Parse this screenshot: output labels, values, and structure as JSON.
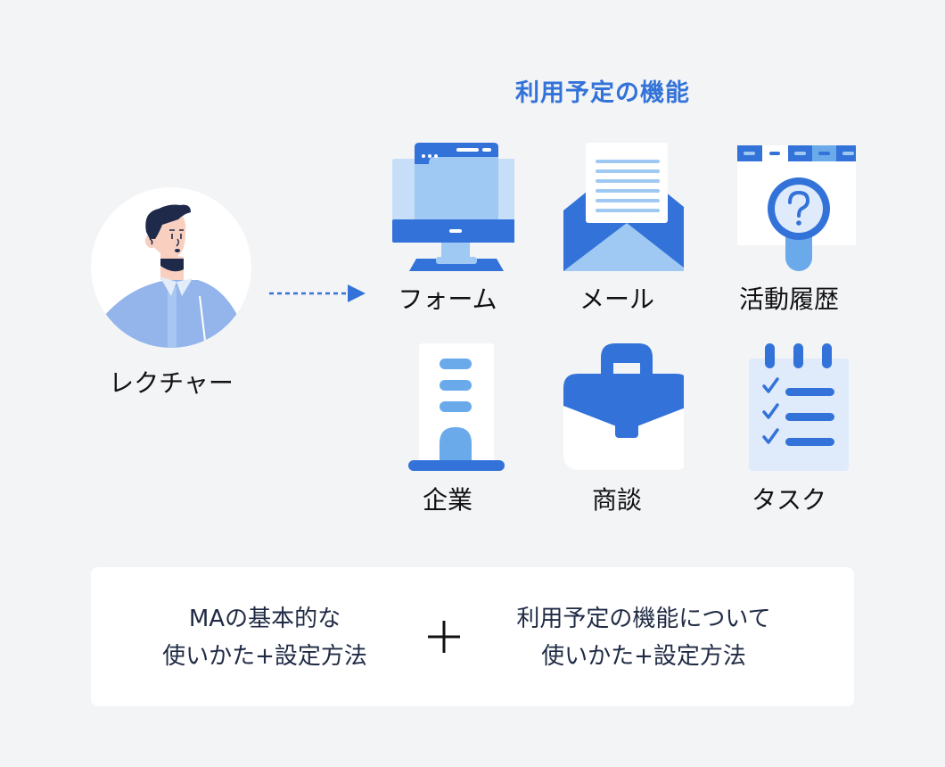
{
  "section_title": "利用予定の機能",
  "lecturer": {
    "label": "レクチャー",
    "icon": "person-avatar-icon"
  },
  "arrow": {
    "icon": "dotted-arrow-right-icon",
    "color": "#3373d9"
  },
  "features": [
    {
      "label": "フォーム",
      "icon": "monitor-icon"
    },
    {
      "label": "メール",
      "icon": "envelope-letter-icon"
    },
    {
      "label": "活動履歴",
      "icon": "magnifier-question-icon"
    },
    {
      "label": "企業",
      "icon": "building-icon"
    },
    {
      "label": "商談",
      "icon": "briefcase-icon"
    },
    {
      "label": "タスク",
      "icon": "checklist-icon"
    }
  ],
  "summary": {
    "left": {
      "line1": "MAの基本的な",
      "line2": "使いかた+設定方法"
    },
    "plus_icon": "plus-icon",
    "right": {
      "line1": "利用予定の機能について",
      "line2": "使いかた+設定方法"
    }
  },
  "colors": {
    "background": "#f3f4f6",
    "primary_blue": "#3373d9",
    "light_blue": "#9fc9f3",
    "pale_blue": "#dfeafb",
    "mid_blue": "#6aaaea",
    "text_dark": "#1f2a44"
  }
}
